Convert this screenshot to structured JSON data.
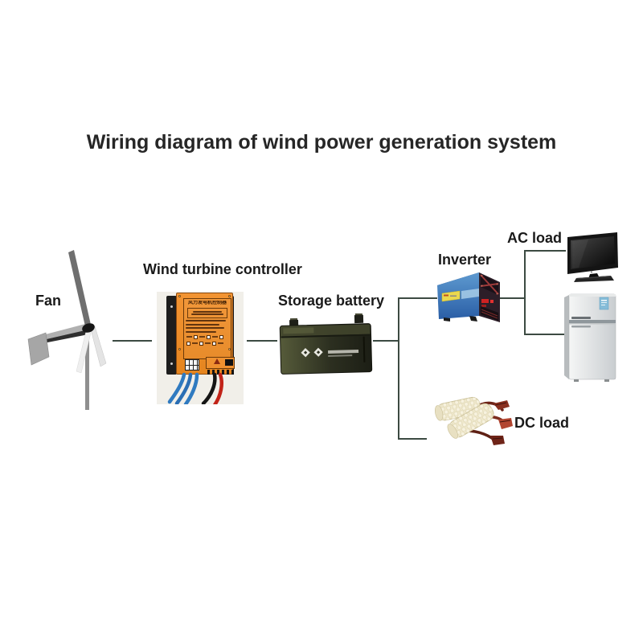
{
  "title": "Wiring diagram of wind power generation system",
  "nodes": {
    "fan": {
      "label": "Fan"
    },
    "controller": {
      "label": "Wind turbine controller",
      "device_title": "风力发电机控制器"
    },
    "battery": {
      "label": "Storage battery"
    },
    "inverter": {
      "label": "Inverter"
    },
    "ac_load": {
      "label": "AC load"
    },
    "dc_load": {
      "label": "DC load"
    }
  },
  "colors": {
    "wire": "#3c4a42",
    "label_text": "#1a1a1a",
    "controller_orange": "#e5851f",
    "inverter_blue": "#3a76b8",
    "battery_olive": "#3d4129",
    "led_cream": "#efe8cc",
    "clip_red": "#8a3020"
  }
}
